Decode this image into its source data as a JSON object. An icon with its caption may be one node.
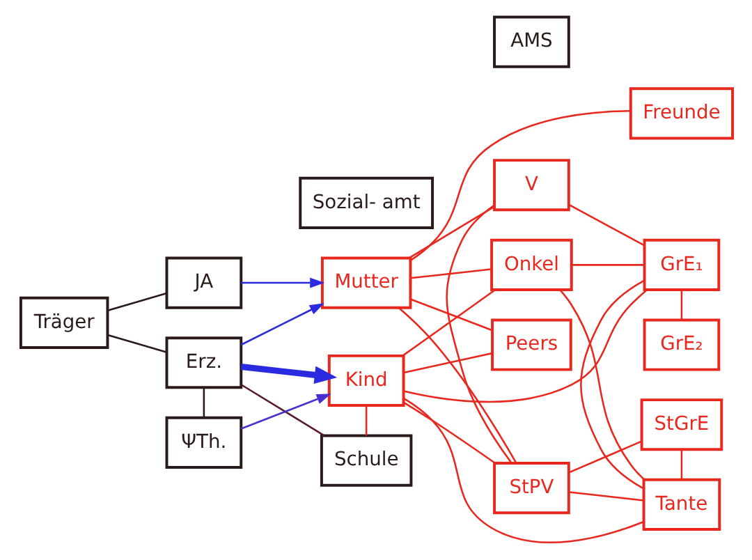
{
  "diagram": {
    "nodes": [
      {
        "text": [
          "JA"
        ]
      },
      {
        "text": [
          "Träger"
        ]
      },
      {
        "text": [
          "Erz."
        ]
      },
      {
        "text": [
          "ΨTh."
        ]
      },
      {
        "text": [
          "AMS"
        ]
      },
      {
        "text": [
          "GrE₁"
        ]
      },
      {
        "text": [
          "Sozial- amt"
        ]
      },
      {
        "text": [
          "V"
        ]
      },
      {
        "text": [
          "GrE₂"
        ]
      },
      {
        "text": [
          "Mutter"
        ]
      },
      {
        "text": [
          "StPV"
        ]
      },
      {
        "text": [
          "StGrE"
        ]
      },
      {
        "text": [
          "Tante"
        ]
      },
      {
        "text": [
          "Freunde"
        ]
      },
      {
        "text": [
          "Kind"
        ]
      },
      {
        "text": [
          "Peers"
        ]
      },
      {
        "text": [
          "Onkel"
        ]
      },
      {
        "text": [
          "Schule"
        ]
      }
    ],
    "edges": [
      {
        "from": 1,
        "to": 0,
        "arrow": "none",
        "color": "#2a1a1a"
      },
      {
        "from": 1,
        "to": 2,
        "arrow": "none",
        "color": "#2a1a1a"
      },
      {
        "from": 2,
        "to": 3,
        "arrow": "none",
        "color": "#2a1a1a"
      },
      {
        "from": 0,
        "to": 9,
        "arrow": "to",
        "color": "#2a2ae0"
      },
      {
        "from": 2,
        "to": 9,
        "arrow": "to",
        "color": "#2a2ae0"
      },
      {
        "from": 2,
        "to": 14,
        "arrow": "to",
        "color": "#2a2ae0",
        "style": "thick"
      },
      {
        "from": 2,
        "to": 17,
        "arrow": "none",
        "color": "#5a1a2a"
      },
      {
        "from": 3,
        "to": 14,
        "arrow": "to",
        "color": "#4a30d0"
      },
      {
        "from": 7,
        "to": 5,
        "arrow": "none"
      },
      {
        "from": 5,
        "to": 8,
        "arrow": "none"
      },
      {
        "from": 9,
        "to": 7,
        "arrow": "none"
      },
      {
        "from": 7,
        "to": 10,
        "arrow": "none"
      },
      {
        "from": 9,
        "to": 10,
        "arrow": "none"
      },
      {
        "from": 10,
        "to": 11,
        "arrow": "none"
      },
      {
        "from": 10,
        "to": 12,
        "arrow": "none"
      },
      {
        "from": 9,
        "to": 13,
        "arrow": "none"
      },
      {
        "from": 11,
        "to": 12,
        "arrow": "none"
      },
      {
        "from": 9,
        "to": 15,
        "arrow": "none"
      },
      {
        "from": 9,
        "to": 16,
        "arrow": "none"
      },
      {
        "from": 14,
        "to": 10,
        "arrow": "none"
      },
      {
        "from": 14,
        "to": 12,
        "arrow": "none"
      },
      {
        "from": 14,
        "to": 16,
        "arrow": "none"
      },
      {
        "from": 14,
        "to": 15,
        "arrow": "none"
      },
      {
        "from": 12,
        "to": 16,
        "arrow": "none"
      },
      {
        "from": 14,
        "to": 17,
        "arrow": "none"
      },
      {
        "from": 5,
        "to": 12,
        "arrow": "none"
      },
      {
        "from": 5,
        "to": 16,
        "arrow": "none"
      },
      {
        "from": 5,
        "to": 14,
        "arrow": "none"
      }
    ]
  }
}
